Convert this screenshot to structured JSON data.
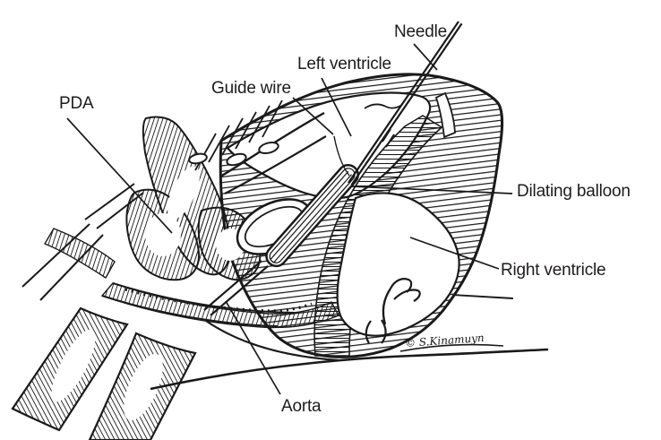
{
  "figure": {
    "labels": {
      "pda": "PDA",
      "guide_wire": "Guide wire",
      "left_ventricle": "Left ventricle",
      "needle": "Needle",
      "dilating_balloon": "Dilating balloon",
      "right_ventricle": "Right ventricle",
      "aorta": "Aorta"
    },
    "signature": "© S.Kinamuyn",
    "colors": {
      "ink": "#1a1a1a",
      "background": "#ffffff"
    }
  }
}
